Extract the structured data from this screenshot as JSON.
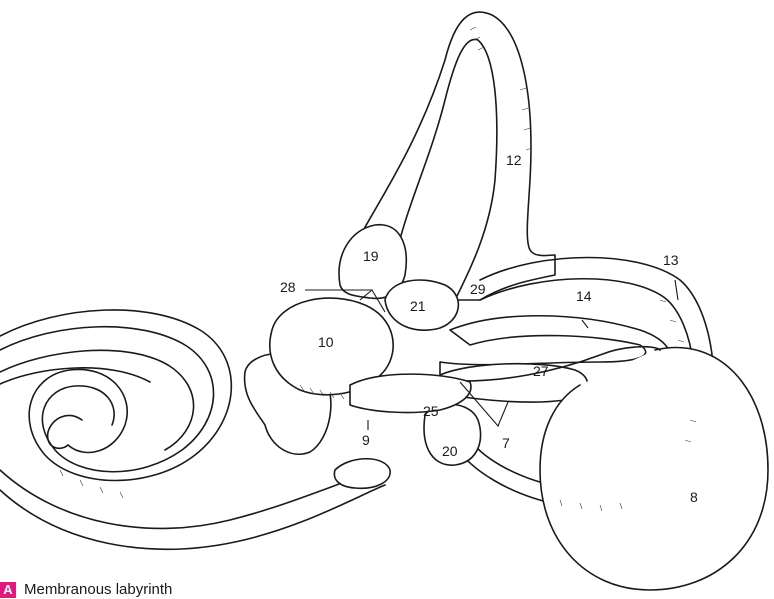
{
  "caption": {
    "letter": "A",
    "text": "Membranous labyrinth",
    "badge_color": "#e0197d"
  },
  "labels": {
    "l7": "7",
    "l8": "8",
    "l9": "9",
    "l10": "10",
    "l12": "12",
    "l13": "13",
    "l14": "14",
    "l19": "19",
    "l20": "20",
    "l21": "21",
    "l25": "25",
    "l27": "27",
    "l28": "28",
    "l29": "29"
  }
}
